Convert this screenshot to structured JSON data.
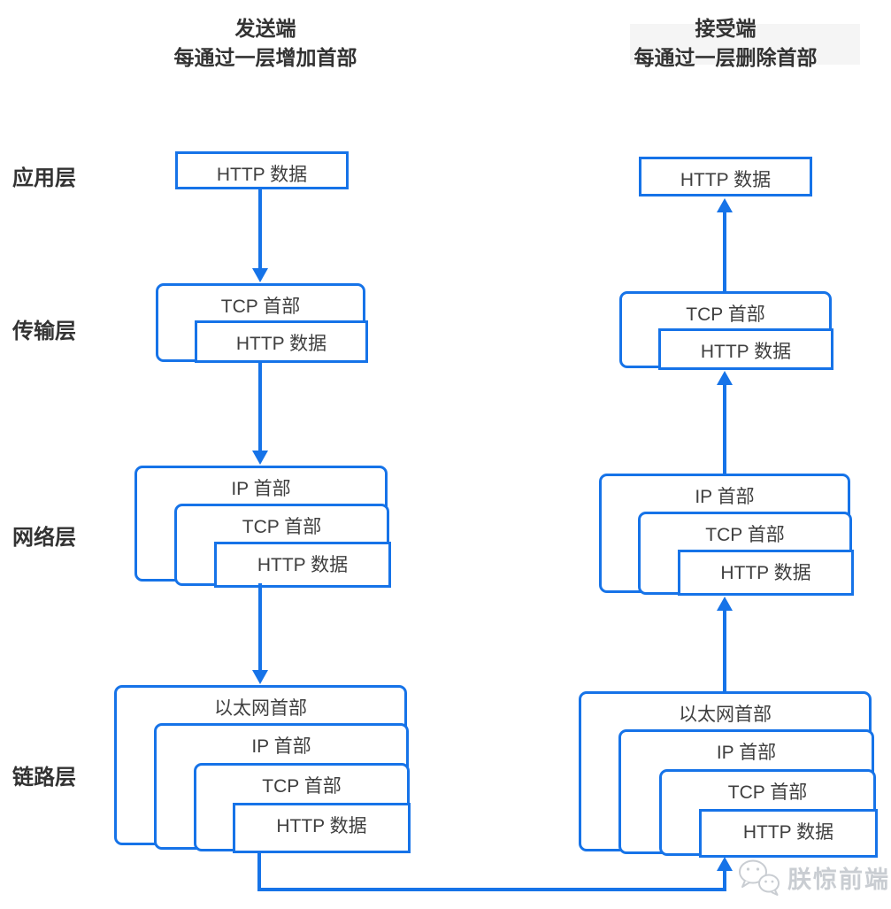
{
  "sender": {
    "title_line1": "发送端",
    "title_line2": "每通过一层增加首部",
    "stacks": {
      "application": [
        "HTTP 数据"
      ],
      "transport": [
        "TCP 首部",
        "HTTP 数据"
      ],
      "network": [
        "IP 首部",
        "TCP 首部",
        "HTTP 数据"
      ],
      "link": [
        "以太网首部",
        "IP 首部",
        "TCP 首部",
        "HTTP 数据"
      ]
    }
  },
  "receiver": {
    "title_line1": "接受端",
    "title_line2": "每通过一层删除首部",
    "stacks": {
      "application": [
        "HTTP 数据"
      ],
      "transport": [
        "TCP 首部",
        "HTTP 数据"
      ],
      "network": [
        "IP 首部",
        "TCP 首部",
        "HTTP 数据"
      ],
      "link": [
        "以太网首部",
        "IP 首部",
        "TCP 首部",
        "HTTP 数据"
      ]
    }
  },
  "layers": [
    {
      "id": "application",
      "label": "应用层"
    },
    {
      "id": "transport",
      "label": "传输层"
    },
    {
      "id": "network",
      "label": "网络层"
    },
    {
      "id": "link",
      "label": "链路层"
    }
  ],
  "watermark": {
    "icon": "wechat-icon",
    "text": "朕惊前端"
  },
  "colors": {
    "accent_blue": "#1673e8",
    "text_dark": "#3f3f3f",
    "title_dark": "#333333",
    "watermark_gray": "#c9cdd2"
  }
}
